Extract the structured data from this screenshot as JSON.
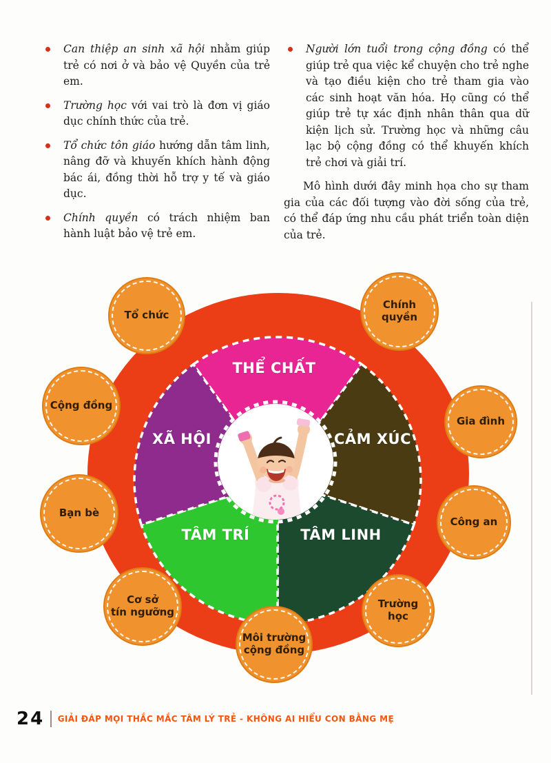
{
  "content": {
    "left_bullets": [
      {
        "lead": "Can thiệp an sinh xã hội",
        "rest": " nhằm giúp trẻ có nơi ở và bảo vệ Quyền của trẻ em."
      },
      {
        "lead": "Trường học",
        "rest": " với vai trò là đơn vị giáo dục chính thức của trẻ."
      },
      {
        "lead": "Tổ chức tôn giáo",
        "rest": " hướng dẫn tâm linh, nâng đỡ và khuyến khích hành động bác ái, đồng thời hỗ trợ y tế và giáo dục."
      },
      {
        "lead": "Chính quyền",
        "rest": " có trách nhiệm ban hành luật bảo vệ trẻ em."
      }
    ],
    "right_bullets": [
      {
        "lead": "Người lớn tuổi trong cộng đồng",
        "rest": " có thể giúp trẻ qua việc kể chuyện cho trẻ nghe và tạo điều kiện cho trẻ tham gia vào các sinh hoạt văn hóa. Họ cũng có thể giúp trẻ tự xác định nhân thân qua dữ kiện lịch sử. Trường học và những câu lạc bộ cộng đồng có thể khuyến khích trẻ chơi và giải trí."
      }
    ],
    "closing_paragraph": "Mô hình dưới đây minh họa cho sự tham gia của các đối tượng vào đời sống của trẻ, có thể đáp ứng nhu cầu phát triển toàn diện của trẻ."
  },
  "diagram": {
    "ring_color": "#EB3D16",
    "satellite_color": "#F0922D",
    "center_image": "smiling-baby-arms-raised",
    "segments": [
      {
        "label": "THỂ CHẤT",
        "color": "#E82592"
      },
      {
        "label": "CẢM XÚC",
        "color": "#4A3B12"
      },
      {
        "label": "TÂM LINH",
        "color": "#1B4A2E"
      },
      {
        "label": "TÂM TRÍ",
        "color": "#2FC72F"
      },
      {
        "label": "XÃ HỘI",
        "color": "#8E2B8C"
      }
    ],
    "satellites": [
      {
        "label": "Tổ chức"
      },
      {
        "label": "Chính quyền"
      },
      {
        "label": "Cộng đồng"
      },
      {
        "label": "Gia đình"
      },
      {
        "label": "Bạn bè"
      },
      {
        "label": "Công an"
      },
      {
        "label": "Cơ sở\ntín ngưỡng"
      },
      {
        "label": "Trường học"
      },
      {
        "label": "Môi trường\ncộng đồng"
      }
    ]
  },
  "footer": {
    "page_number": "24",
    "title": "GIẢI ĐÁP MỌI THẮC MẮC TÂM LÝ TRẺ -  KHÔNG AI HIỂU CON BẰNG MẸ"
  }
}
